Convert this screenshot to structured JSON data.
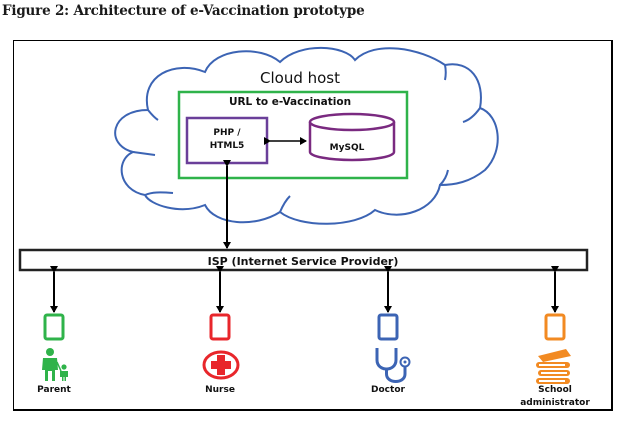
{
  "figure": {
    "title": "Figure 2: Architecture of e-Vaccination prototype"
  },
  "cloud": {
    "label": "Cloud host",
    "color": "#3c64b4"
  },
  "app_box": {
    "label": "URL to e-Vaccination",
    "color": "#2fb34a"
  },
  "web_tier": {
    "label_line1": "PHP /",
    "label_line2": "HTML5",
    "color": "#6a3f99"
  },
  "database": {
    "label": "MySQL",
    "color": "#7a2a80"
  },
  "isp": {
    "label": "ISP (Internet Service Provider)"
  },
  "actors": [
    {
      "label": "Parent",
      "icon": "parent-child-icon",
      "device": "tablet-icon",
      "color": "#2fb34a"
    },
    {
      "label": "Nurse",
      "icon": "medical-cross-icon",
      "device": "tablet-icon",
      "color": "#e8262b"
    },
    {
      "label": "Doctor",
      "icon": "stethoscope-icon",
      "device": "tablet-icon",
      "color": "#3c64b4"
    },
    {
      "label_line1": "School",
      "label_line2": "administrator",
      "icon": "books-icon",
      "device": "tablet-icon",
      "color": "#f28a22"
    }
  ]
}
